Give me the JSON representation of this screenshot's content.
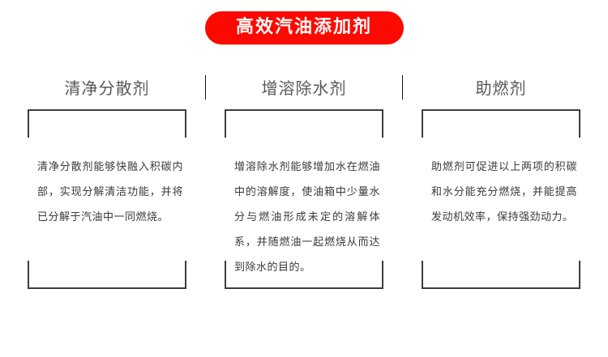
{
  "banner": {
    "title": "高效汽油添加剂",
    "color": "#fa0a00",
    "text_color": "#ffffff"
  },
  "columns": [
    {
      "header": "清净分散剂",
      "body": "清净分散剂能够快融入积碳内部，实现分解清洁功能，并将已分解于汽油中一同燃烧。",
      "divider": true
    },
    {
      "header": "增溶除水剂",
      "body": "增溶除水剂能够增加水在燃油中的溶解度，使油箱中少量水分与燃油形成未定的溶解体系，并随燃油一起燃烧从而达到除水的目的。",
      "divider": true
    },
    {
      "header": "助燃剂",
      "body": "助燃剂可促进以上两项的积碳和水分能充分燃烧，并能提高发动机效率，保持强劲动力。",
      "divider": false
    }
  ],
  "theme": {
    "header_color": "#585858",
    "body_color": "#3a3a3a",
    "frame_color": "#3c3c41",
    "divider_color": "#111111",
    "background": "#ffffff"
  }
}
